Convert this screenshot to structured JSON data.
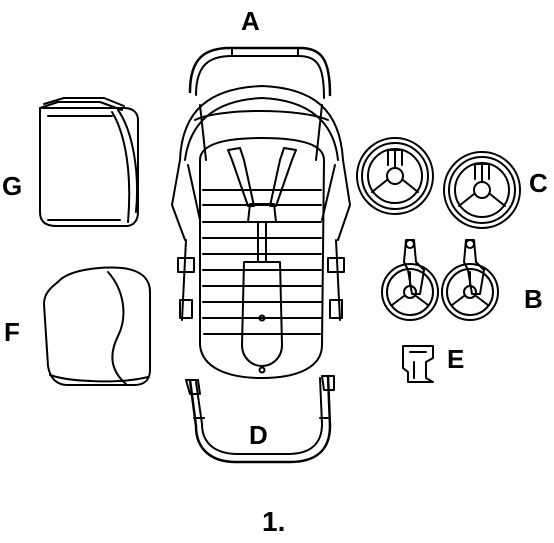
{
  "diagram": {
    "step_number": "1.",
    "parts": [
      {
        "letter": "A",
        "icon": "stroller-frame-icon"
      },
      {
        "letter": "B",
        "icon": "front-swivel-wheel-icon"
      },
      {
        "letter": "C",
        "icon": "rear-wheel-icon"
      },
      {
        "letter": "D",
        "icon": "bumper-bar-icon"
      },
      {
        "letter": "E",
        "icon": "clip-icon"
      },
      {
        "letter": "F",
        "icon": "cover-icon"
      },
      {
        "letter": "G",
        "icon": "basket-icon"
      }
    ]
  }
}
